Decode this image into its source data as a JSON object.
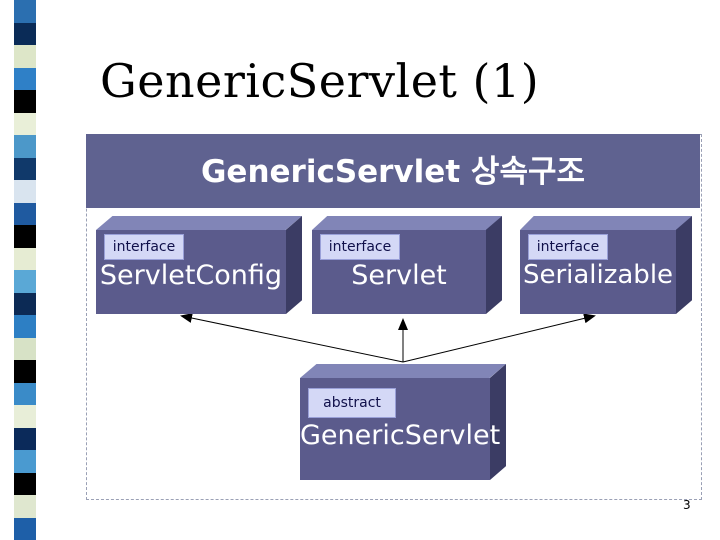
{
  "slide": {
    "title": "GenericServlet (1)",
    "page_number": "3"
  },
  "diagram": {
    "banner_title": "GenericServlet 상속구조",
    "interfaces": [
      {
        "tag": "interface",
        "name": "ServletConfig"
      },
      {
        "tag": "interface",
        "name": "Servlet"
      },
      {
        "tag": "interface",
        "name": "Serializable"
      }
    ],
    "abstract_class": {
      "tag": "abstract",
      "name": "GenericServlet"
    }
  },
  "colors": {
    "banner": "#5f6290",
    "box_front": "#5b5b8c",
    "box_top": "#8185b7",
    "box_side": "#3b3c64",
    "tag_bg": "#d4d8f6"
  }
}
